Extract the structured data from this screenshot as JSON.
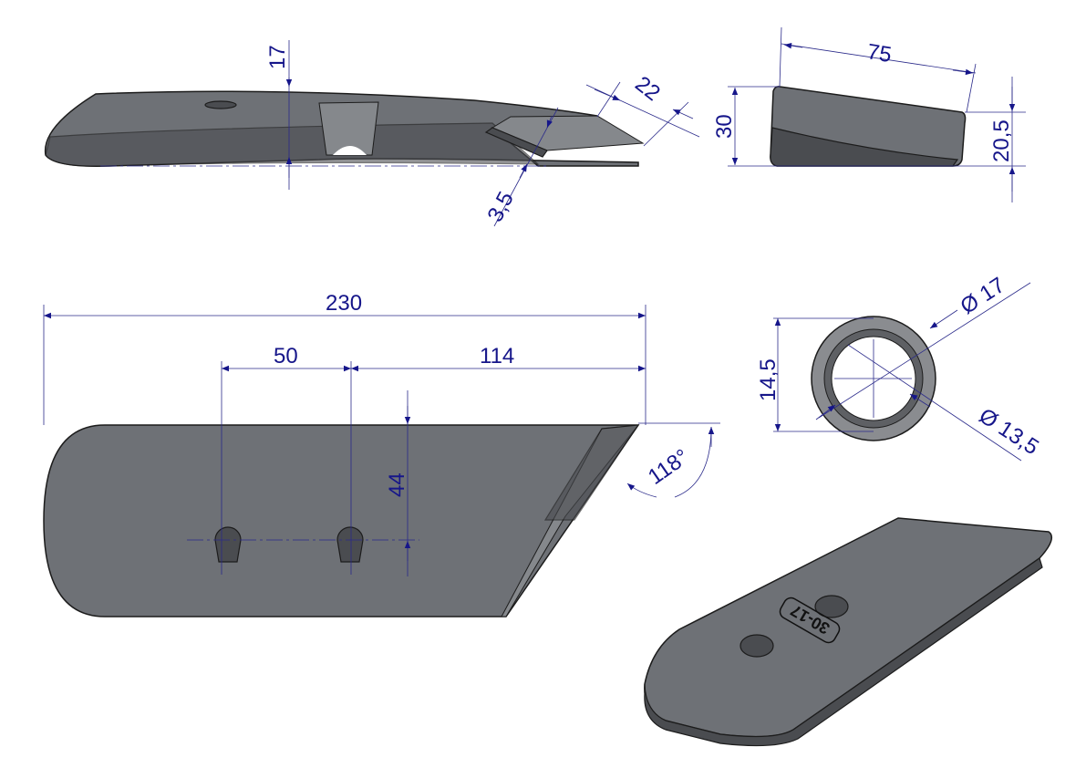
{
  "colors": {
    "dimension": "#16168a",
    "part": "#6e7176"
  },
  "side_view": {
    "height": "17",
    "tip_width": "22",
    "tip_thickness": "3,5"
  },
  "end_view": {
    "width": "75",
    "height_left": "30",
    "height_right": "20,5"
  },
  "top_view": {
    "length": "230",
    "hole_spacing": "50",
    "hole_to_tip": "114",
    "hole_offset": "44",
    "tip_angle": "118°"
  },
  "hole_detail": {
    "depth": "14,5",
    "outer_diameter": "Ø 17",
    "inner_diameter": "Ø 13,5"
  },
  "iso_view": {
    "stamp_code": "30-17"
  }
}
